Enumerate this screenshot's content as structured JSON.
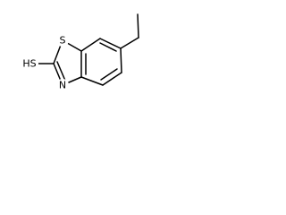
{
  "molecule": {
    "atoms": {
      "thiol_group": "HS",
      "ring_sulfur": "S",
      "ring_nitrogen": "N"
    },
    "colors": {
      "bond": "#000000",
      "label": "#000000",
      "background": "#ffffff"
    }
  }
}
